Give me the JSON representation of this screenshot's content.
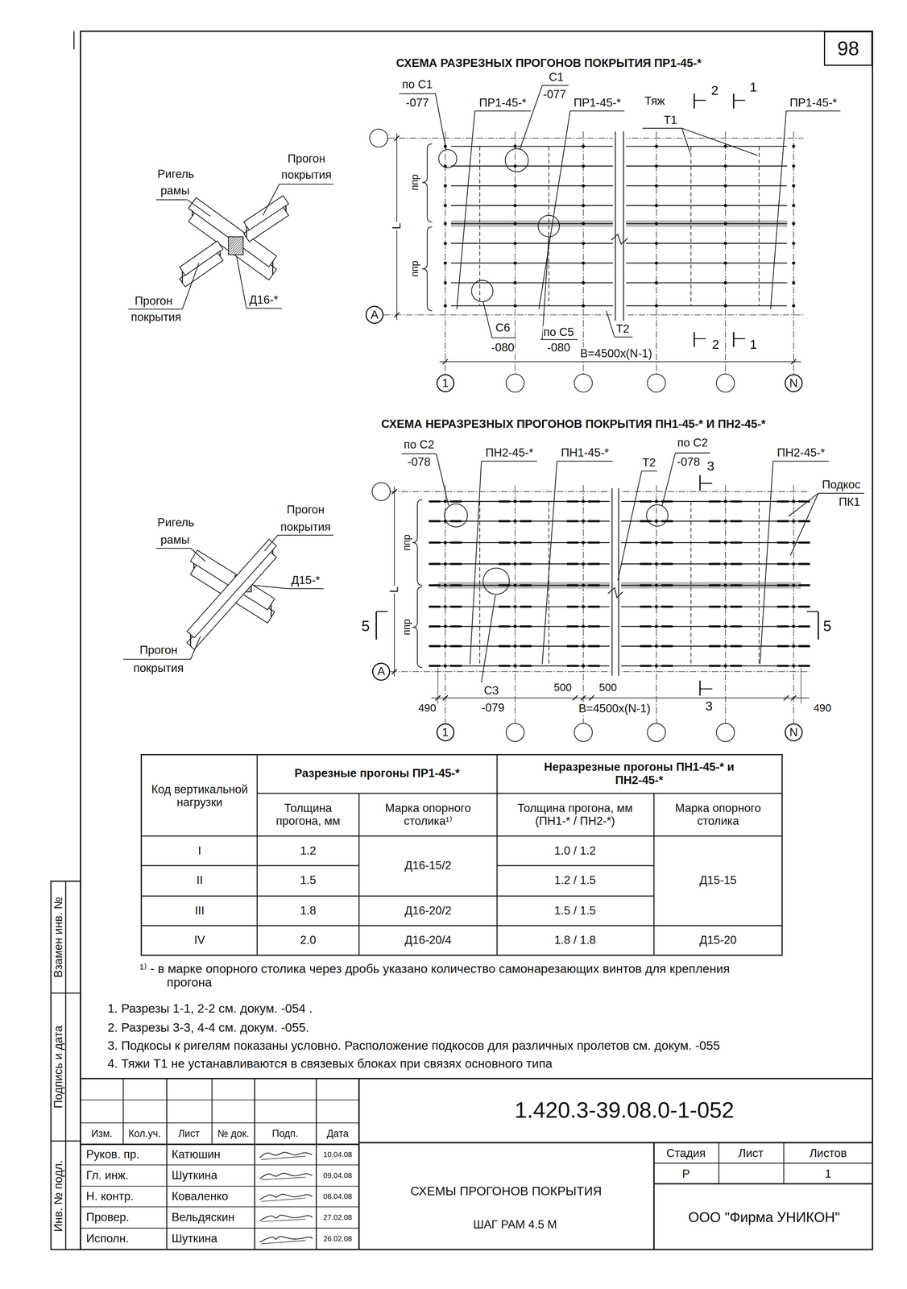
{
  "diagram": {
    "nodes": [
      {
        "text": [
          "98"
        ]
      },
      {
        "text": [
          "А"
        ]
      },
      {
        "text": [
          "1"
        ]
      },
      {
        "text": [
          "N"
        ]
      },
      {
        "text": [
          "А"
        ]
      },
      {
        "text": [
          "1"
        ]
      },
      {
        "text": [
          "N"
        ]
      }
    ],
    "labels": [
      "СХЕМА РАЗРЕЗНЫХ ПРОГОНОВ ПОКРЫТИЯ ПР1-45-*",
      "С1",
      "по С1",
      "-077",
      "-077",
      "ПР1-45-*",
      "ПР1-45-*",
      "Тяж",
      "2",
      "1",
      "ПР1-45-*",
      "Т1",
      "Прогон",
      "Ригель",
      "покрытия",
      "рамы",
      "ппр",
      "L",
      "ппр",
      "Д16-*",
      "Прогон",
      "покрытия",
      "С6",
      "по С5",
      "Т2",
      "2",
      "1",
      "-080",
      "-080",
      "В=4500х(N-1)",
      "СХЕМА НЕРАЗРЕЗНЫХ ПРОГОНОВ ПОКРЫТИЯ ПН1-45-* И ПН2-45-*",
      "по С2",
      "по С2",
      "ПН2-45-*",
      "ПН1-45-*",
      "ПН2-45-*",
      "-078",
      "Т2",
      "-078",
      "3",
      "Подкос",
      "ПК1",
      "Прогон",
      "Ригель",
      "покрытия",
      "ппр",
      "рамы",
      "Д15-*",
      "L",
      "5",
      "5",
      "ппр",
      "Прогон",
      "покрытия",
      "500",
      "500",
      "С3",
      "3",
      "490",
      "-079",
      "В=4500х(N-1)",
      "490",
      "Код вертикальной нагрузки",
      "Разрезные прогоны ПР1-45-*",
      "Неразрезные прогоны ПН1-45-* и ПН2-45-*",
      "Толщина прогона, мм",
      "Марка опорного столика¹⁾",
      "Толщина прогона, мм (ПН1-* / ПН2-*)",
      "Марка опорного столика",
      "I",
      "1.2",
      "Д16-15/2",
      "1.0 / 1.2",
      "Д15-15",
      "II",
      "1.5",
      "1.2 / 1.5",
      "III",
      "1.8",
      "Д16-20/2",
      "1.5 / 1.5",
      "IV",
      "2.0",
      "Д16-20/4",
      "1.8 / 1.8",
      "Д15-20",
      "¹⁾ - в марке опорного столика через дробь указано количество самонарезающих винтов для крепления прогона",
      "1. Разрезы 1-1, 2-2 см. докум. -054 .",
      "2. Разрезы 3-3, 4-4 см. докум. -055.",
      "3. Подкосы  к ригелям показаны условно. Расположение подкосов для различных пролетов см. докум. -055",
      "4. Тяжи Т1 не устанавливаются в связевых блоках при связях основного типа",
      "Взамен инв. №",
      "Подпись и дата",
      "Инв. № подл.",
      "1.420.3-39.08.0-1-052",
      "Изм.",
      "Кол.уч.",
      "Лист",
      "№ док.",
      "Подп.",
      "Дата",
      "Стадия",
      "Лист",
      "Листов",
      "Руков. пр.",
      "Катюшин",
      "10.04.08",
      "Р",
      "1",
      "Гл. инж.",
      "Шуткина",
      "09.04.08",
      "СХЕМЫ ПРОГОНОВ ПОКРЫТИЯ",
      "Н. контр.",
      "Коваленко",
      "08.04.08",
      "ООО \"Фирма УНИКОН\"",
      "Провер.",
      "Вельдяскин",
      "27.02.08",
      "ШАГ РАМ 4.5 М",
      "Исполн.",
      "Шуткина",
      "26.02.08"
    ]
  }
}
